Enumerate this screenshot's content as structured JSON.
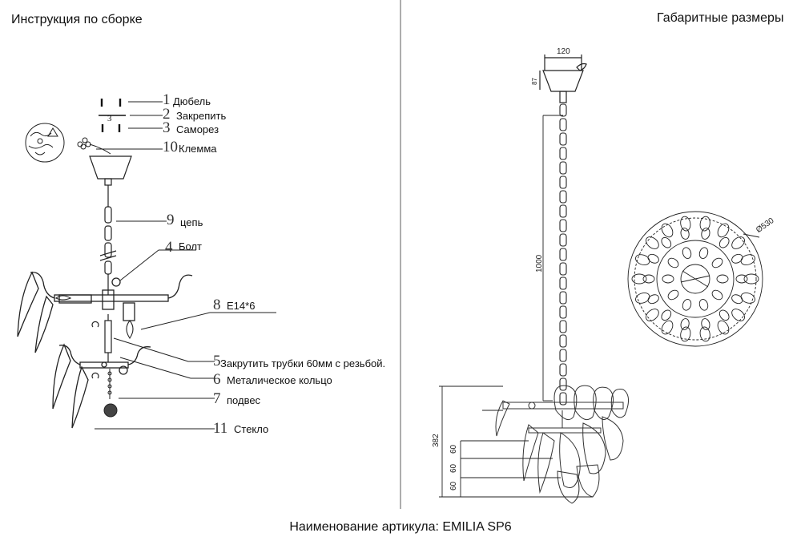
{
  "headers": {
    "assembly": "Инструкция по сборке",
    "dimensions": "Габаритные размеры"
  },
  "parts": [
    {
      "num": "1",
      "label": "Дюбель"
    },
    {
      "num": "2",
      "label": "Закрепить"
    },
    {
      "num": "3",
      "label": "Саморез"
    },
    {
      "num": "10",
      "label": "Клемма"
    },
    {
      "num": "9",
      "label": "цепь"
    },
    {
      "num": "4",
      "label": "Болт"
    },
    {
      "num": "8",
      "label": "E14*6"
    },
    {
      "num": "5",
      "label": "Закрутить трубки 60мм с резьбой."
    },
    {
      "num": "6",
      "label": "Металическое кольцо"
    },
    {
      "num": "7",
      "label": "подвес"
    },
    {
      "num": "11",
      "label": "Стекло"
    }
  ],
  "dimensions": {
    "canopy_width": "120",
    "canopy_height": "87",
    "chain_length": "1000",
    "total_height": "382",
    "tier_1": "60",
    "tier_2": "60",
    "tier_3": "60",
    "diameter": "Ø530"
  },
  "footer": "Наименование артикула: EMILIA SP6"
}
